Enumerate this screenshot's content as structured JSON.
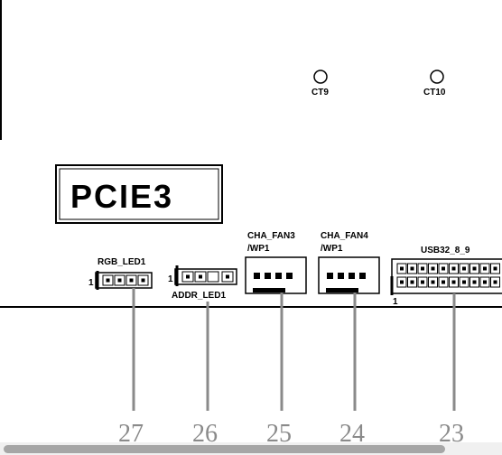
{
  "board_section": {
    "slot_label": "PCIE3",
    "test_points": [
      "CT9",
      "CT10"
    ]
  },
  "connectors": {
    "rgb_led": {
      "name": "RGB_LED1",
      "pin1_mark": "1",
      "callout": "27"
    },
    "addr_led": {
      "name": "ADDR_LED1",
      "pin1_mark": "1",
      "callout": "26"
    },
    "cha_fan3": {
      "name_line1": "CHA_FAN3",
      "name_line2": "/WP1",
      "callout": "25"
    },
    "cha_fan4": {
      "name_line1": "CHA_FAN4",
      "name_line2": "/WP1",
      "callout": "24"
    },
    "usb32": {
      "name": "USB32_8_9",
      "pin1_mark": "1",
      "callout": "23"
    }
  },
  "colors": {
    "ink": "#000000",
    "callout_gray": "#8a8a8a",
    "scrollbar_track": "#f0f0f0",
    "scrollbar_thumb": "#a6a6a6"
  },
  "scrollbar": {
    "visible_fraction": 0.88
  }
}
